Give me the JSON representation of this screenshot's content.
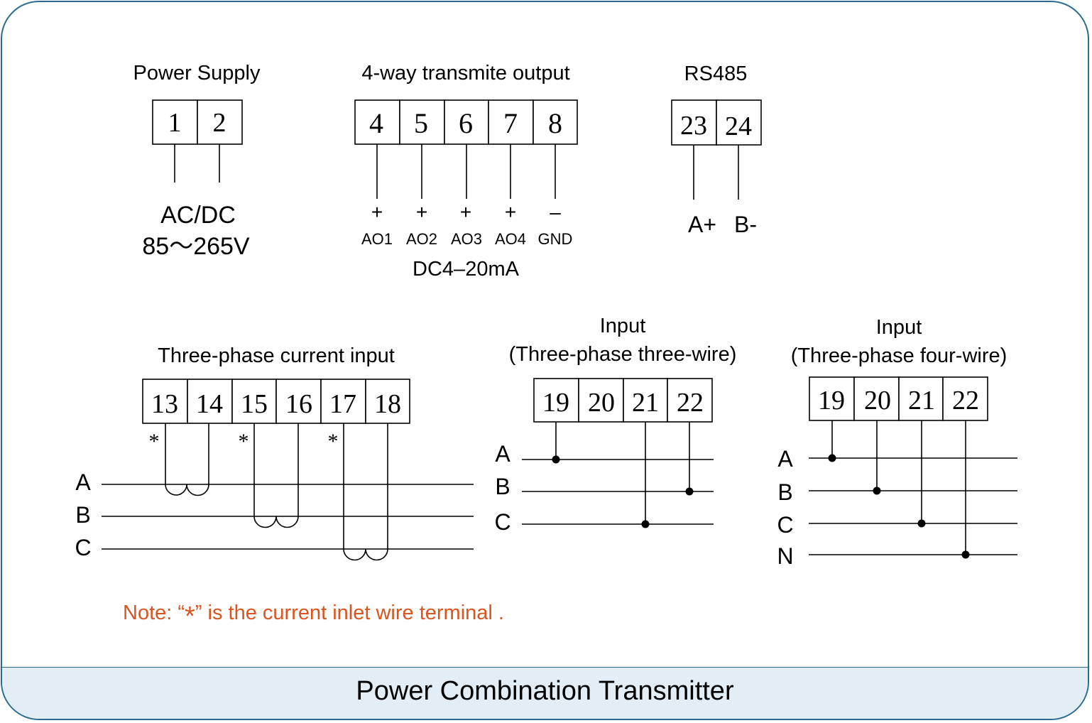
{
  "power_supply": {
    "title": "Power Supply",
    "terminals": [
      "1",
      "2"
    ],
    "label_line1": "AC/DC",
    "label_line2": "85～265V"
  },
  "transmit_output": {
    "title": "4-way transmite output",
    "terminals": [
      "4",
      "5",
      "6",
      "7",
      "8"
    ],
    "signs": [
      "+",
      "+",
      "+",
      "+",
      "–"
    ],
    "outputs": [
      "AO1",
      "AO2",
      "AO3",
      "AO4",
      "GND"
    ],
    "range": "DC4–20mA"
  },
  "rs485": {
    "title": "RS485",
    "terminals": [
      "23",
      "24"
    ],
    "labels": [
      "A+",
      "B-"
    ]
  },
  "current_input": {
    "title": "Three-phase current input",
    "terminals": [
      "13",
      "14",
      "15",
      "16",
      "17",
      "18"
    ],
    "inlet_mark": "*",
    "phases": [
      "A",
      "B",
      "C"
    ]
  },
  "three_wire": {
    "title_line1": "Input",
    "title_line2": "(Three-phase three-wire)",
    "terminals": [
      "19",
      "20",
      "21",
      "22"
    ],
    "phases": [
      "A",
      "B",
      "C"
    ]
  },
  "four_wire": {
    "title_line1": "Input",
    "title_line2": "(Three-phase four-wire)",
    "terminals": [
      "19",
      "20",
      "21",
      "22"
    ],
    "phases": [
      "A",
      "B",
      "C",
      "N"
    ]
  },
  "note": {
    "prefix": "Note: “",
    "mark": "*",
    "suffix": "” is  the current inlet wire terminal ."
  },
  "footer": {
    "title": "Power Combination Transmitter"
  },
  "colors": {
    "border": "#2a6b8f",
    "footer_bg": "#e3edf5",
    "note": "#d9541e"
  }
}
